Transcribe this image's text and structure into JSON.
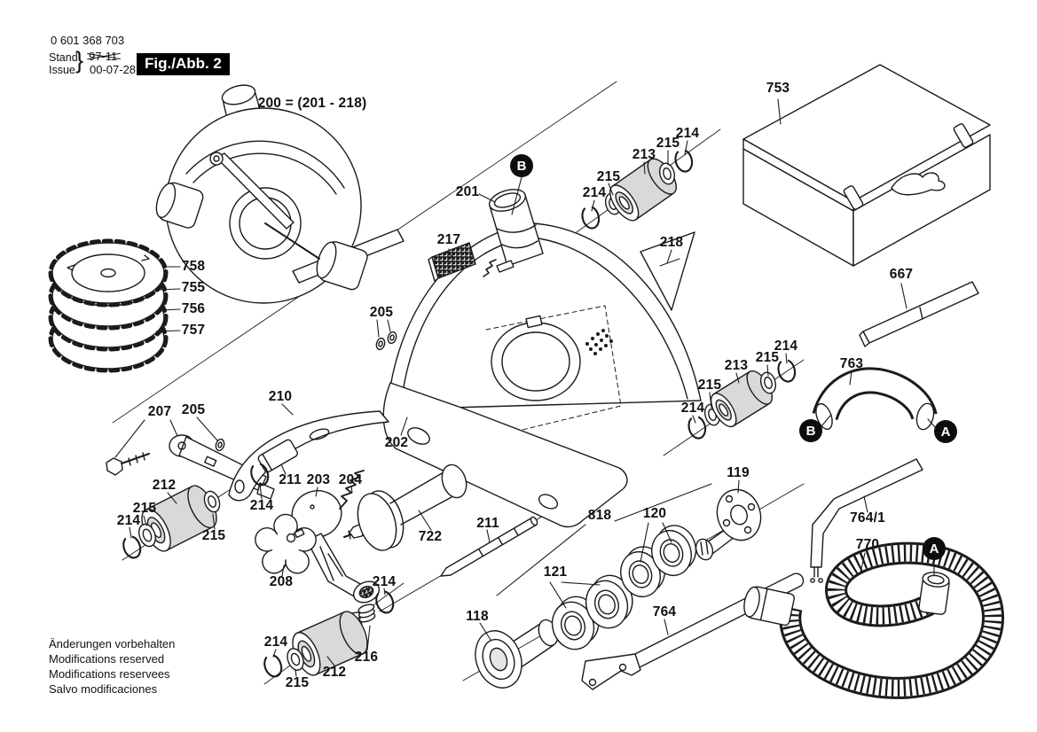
{
  "header": {
    "order_number": "0 601 368 703",
    "stand_label": "Stand",
    "issue_label": "Issue",
    "brace": "}",
    "superseded_date": "97-11",
    "issue_date": "00-07-28",
    "figure_label": "Fig./Abb. 2"
  },
  "connectors": {
    "a": "A",
    "b": "B"
  },
  "labels": {
    "l118": "118",
    "l119": "119",
    "l120": "120",
    "l121": "121",
    "l200": "200 = (201 - 218)",
    "l201": "201",
    "l202": "202",
    "l203": "203",
    "l204": "204",
    "l205": "205",
    "l207": "207",
    "l208": "208",
    "l210": "210",
    "l211": "211",
    "l212": "212",
    "l213": "213",
    "l214": "214",
    "l215": "215",
    "l216": "216",
    "l217": "217",
    "l218": "218",
    "l667": "667",
    "l722": "722",
    "l753": "753",
    "l755": "755",
    "l756": "756",
    "l757": "757",
    "l758": "758",
    "l763": "763",
    "l764": "764",
    "l764_1": "764/1",
    "l770": "770",
    "l818": "818"
  },
  "footer": {
    "lines": [
      "Änderungen vorbehalten",
      "Modifications reserved",
      "Modifications reservees",
      "Salvo modificaciones"
    ]
  }
}
